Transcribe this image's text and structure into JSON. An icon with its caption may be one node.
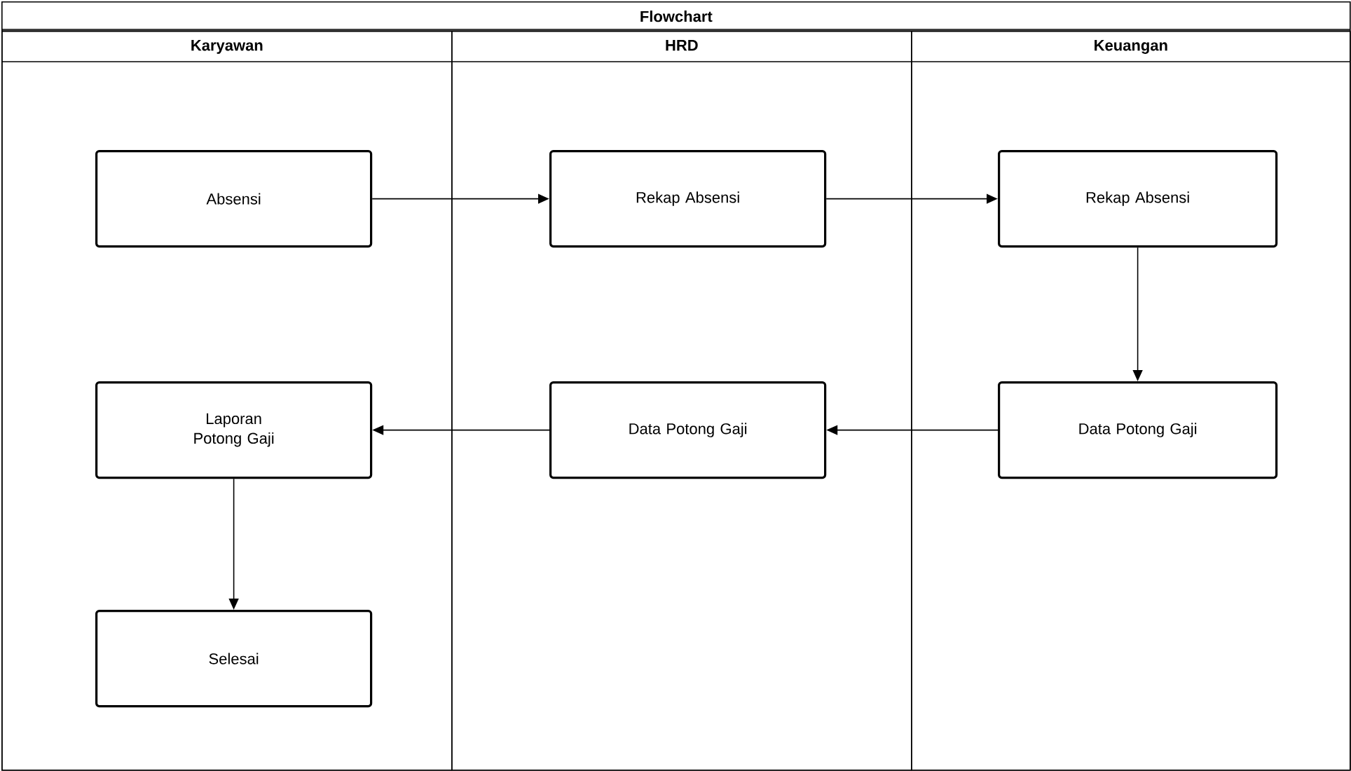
{
  "diagram": {
    "nodes": [
      {
        "text": [
          "Flowchart"
        ]
      },
      {
        "text": [
          "Karyawan"
        ],
        "in": 0
      },
      {
        "text": [
          "HRD"
        ],
        "in": 0
      },
      {
        "text": [
          "Keuangan"
        ],
        "in": 0
      },
      {
        "text": [
          "Absensi"
        ],
        "in": 1
      },
      {
        "text": [
          "Rekap Absensi"
        ],
        "in": 2
      },
      {
        "text": [
          "Rekap Absensi"
        ],
        "in": 3
      },
      {
        "text": [
          "Data Potong Gaji"
        ],
        "in": 3
      },
      {
        "text": [
          "Data Potong Gaji"
        ],
        "in": 2
      },
      {
        "text": [
          "Laporan Potong Gaji"
        ],
        "in": 1
      },
      {
        "text": [
          "Selesai"
        ],
        "in": 1
      }
    ],
    "edges": [
      {
        "from": 4,
        "to": 5,
        "arrow": "to"
      },
      {
        "from": 5,
        "to": 6,
        "arrow": "to"
      },
      {
        "from": 6,
        "to": 7,
        "arrow": "to"
      },
      {
        "from": 7,
        "to": 8,
        "arrow": "to"
      },
      {
        "from": 8,
        "to": 9,
        "arrow": "to"
      },
      {
        "from": 9,
        "to": 10,
        "arrow": "to"
      }
    ]
  }
}
